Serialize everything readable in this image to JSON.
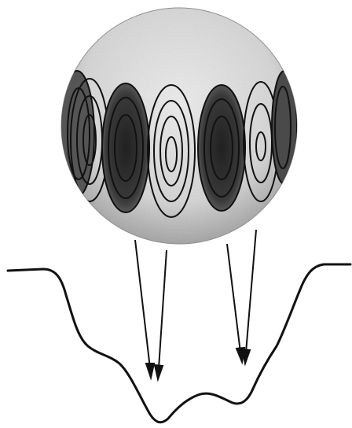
{
  "colors": {
    "background": "#ffffff",
    "ink": "#111111",
    "sphere_shading": "#bdbdbd",
    "dark_shading": "#2a2a2a"
  },
  "figure": {
    "description_elements": [
      "sphere-with-contour-cells",
      "four-arrows-pointing-down",
      "profile-curve"
    ],
    "cell_count": 7,
    "arrow_count": 4
  }
}
